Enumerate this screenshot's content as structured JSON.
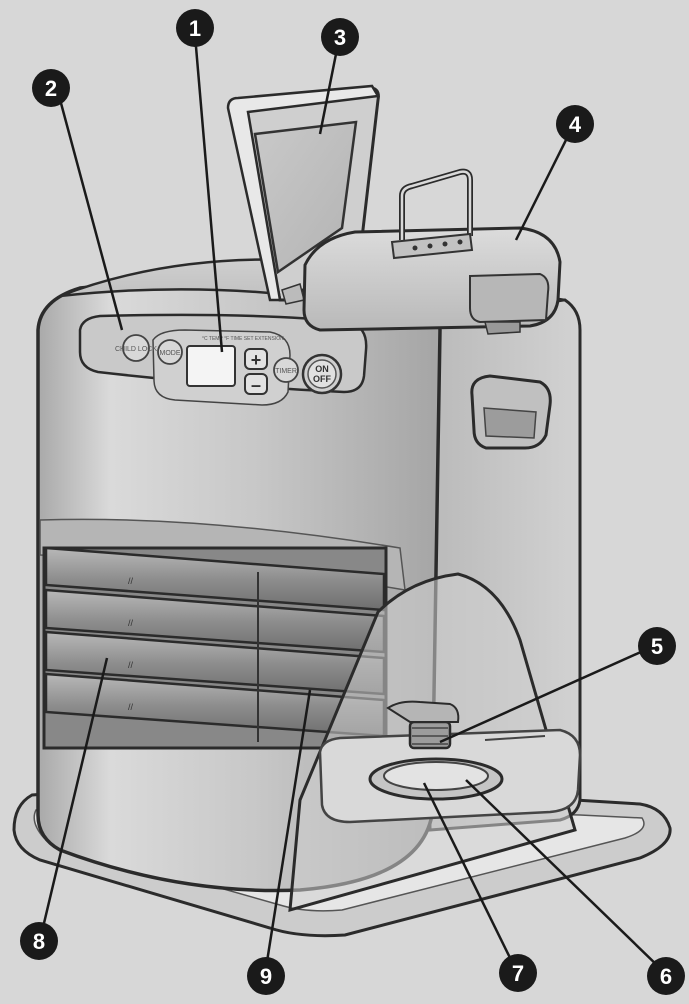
{
  "figure": "kerosene heater parts diagram",
  "colors": {
    "background": "#d7d7d7",
    "callout_fill": "#1a1a1a",
    "callout_text": "#ffffff",
    "outline": "#2b2b2b"
  },
  "control_panel": {
    "child_lock_label": "CHILD LOCK",
    "mode_label": "MODE",
    "plus_label": "+",
    "minus_label": "–",
    "timer_label": "TIMER",
    "on_label": "ON",
    "off_label": "OFF",
    "top_caption": "°C  TEMP  °F  TIME SET  EXTENSION"
  },
  "callouts": [
    {
      "id": "1",
      "label": "1"
    },
    {
      "id": "2",
      "label": "2"
    },
    {
      "id": "3",
      "label": "3"
    },
    {
      "id": "4",
      "label": "4"
    },
    {
      "id": "5",
      "label": "5"
    },
    {
      "id": "6",
      "label": "6"
    },
    {
      "id": "7",
      "label": "7"
    },
    {
      "id": "8",
      "label": "8"
    },
    {
      "id": "9",
      "label": "9"
    }
  ]
}
